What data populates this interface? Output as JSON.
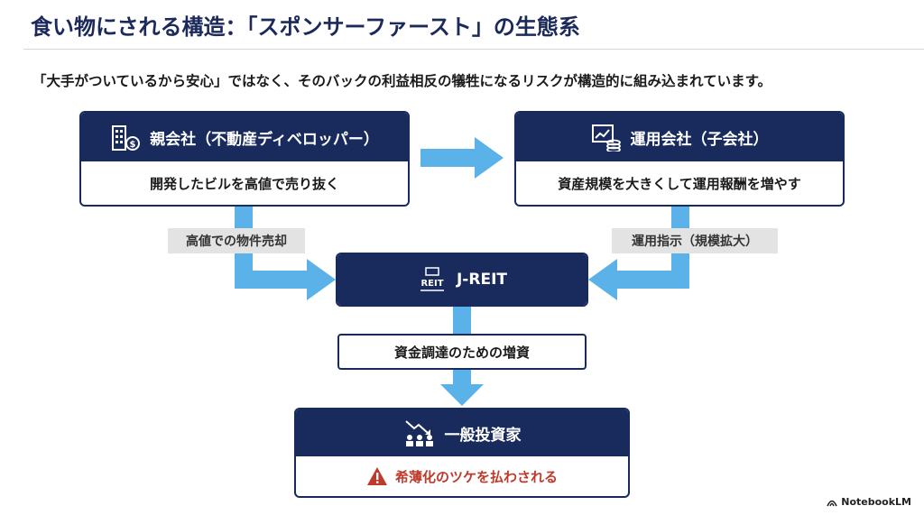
{
  "title": "食い物にされる構造：「スポンサーファースト」の生態系",
  "subtitle": "「大手がついているから安心」ではなく、そのバックの利益相反の犠牲になるリスクが構造的に組み込まれています。",
  "parent": {
    "header": "親会社（不動産ディベロッパー）",
    "body": "開発したビルを高値で売り抜く",
    "icon": "building-money-icon"
  },
  "manager": {
    "header": "運用会社（子会社）",
    "body": "資産規模を大きくして運用報酬を増やす",
    "icon": "chart-coins-icon"
  },
  "reit": {
    "header": "J-REIT",
    "icon": "reit-building-icon",
    "icon_text": "REIT"
  },
  "investors": {
    "header": "一般投資家",
    "warning": "希薄化のツケを払わされる",
    "icon": "investors-down-icon"
  },
  "labels": {
    "left_flow": "高値での物件売却",
    "right_flow": "運用指示（規模拡大）",
    "center_flow": "資金調達のための増資"
  },
  "brand": "NotebookLM",
  "colors": {
    "navy": "#182b5c",
    "arrow": "#5bb2e8",
    "warning": "#c0392b",
    "tag_bg": "#e3e3e3"
  }
}
